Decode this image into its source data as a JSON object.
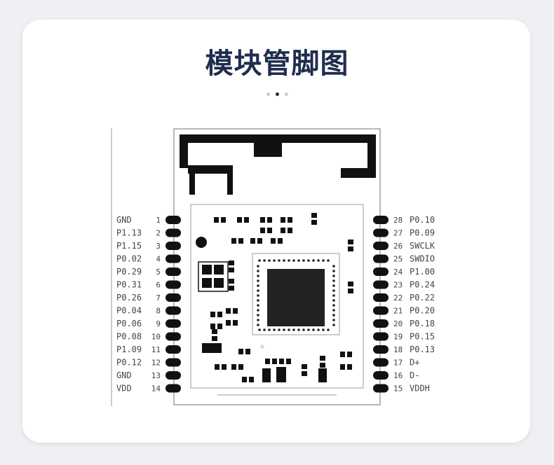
{
  "title": "模块管脚图",
  "carousel": {
    "count": 3,
    "active": 1
  },
  "left_pins": [
    {
      "num": "1",
      "name": "GND"
    },
    {
      "num": "2",
      "name": "P1.13"
    },
    {
      "num": "3",
      "name": "P1.15"
    },
    {
      "num": "4",
      "name": "P0.02"
    },
    {
      "num": "5",
      "name": "P0.29"
    },
    {
      "num": "6",
      "name": "P0.31"
    },
    {
      "num": "7",
      "name": "P0.26"
    },
    {
      "num": "8",
      "name": "P0.04"
    },
    {
      "num": "9",
      "name": "P0.06"
    },
    {
      "num": "10",
      "name": "P0.08"
    },
    {
      "num": "11",
      "name": "P1.09"
    },
    {
      "num": "12",
      "name": "P0.12"
    },
    {
      "num": "13",
      "name": "GND"
    },
    {
      "num": "14",
      "name": "VDD"
    }
  ],
  "right_pins": [
    {
      "num": "28",
      "name": "P0.10"
    },
    {
      "num": "27",
      "name": "P0.09"
    },
    {
      "num": "26",
      "name": "SWCLK"
    },
    {
      "num": "25",
      "name": "SWDIO"
    },
    {
      "num": "24",
      "name": "P1.00"
    },
    {
      "num": "23",
      "name": "P0.24"
    },
    {
      "num": "22",
      "name": "P0.22"
    },
    {
      "num": "21",
      "name": "P0.20"
    },
    {
      "num": "20",
      "name": "P0.18"
    },
    {
      "num": "19",
      "name": "P0.15"
    },
    {
      "num": "18",
      "name": "P0.13"
    },
    {
      "num": "17",
      "name": "D+"
    },
    {
      "num": "16",
      "name": "D-"
    },
    {
      "num": "15",
      "name": "VDDH"
    }
  ],
  "colors": {
    "title": "#1f2d4d",
    "pcb_ink": "#111111",
    "card": "#ffffff",
    "background": "#eef0f3"
  }
}
